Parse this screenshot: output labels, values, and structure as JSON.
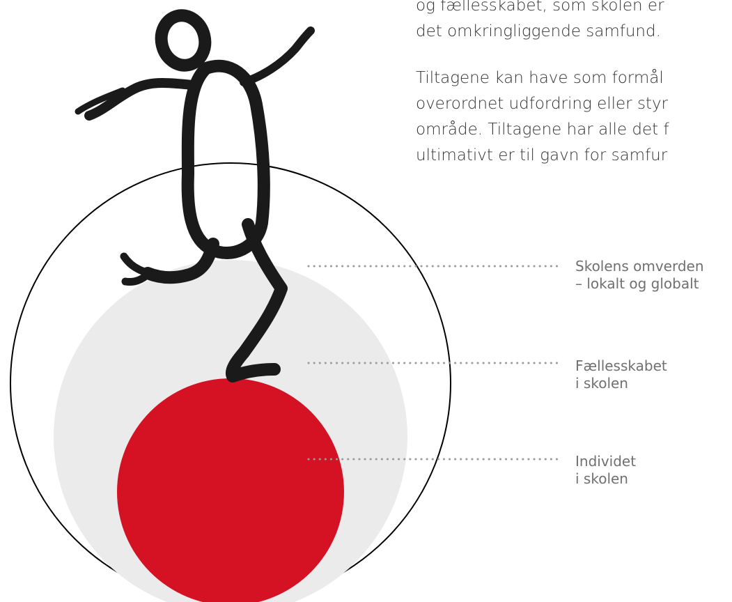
{
  "text": {
    "paragraph_1": [
      "og fællesskabet, som skolen er",
      "det omkringliggende samfund."
    ],
    "paragraph_2": [
      "Tiltagene kan have som formål",
      "overordnet udfordring eller styr",
      "område. Tiltagene har alle det f",
      "ultimativt er til gavn for samfur"
    ]
  },
  "diagram": {
    "labels": {
      "outer": [
        "Skolens omverden",
        "– lokalt og globalt"
      ],
      "middle": [
        "Fællesskabet",
        "i skolen"
      ],
      "inner": [
        "Individet",
        "i skolen"
      ]
    }
  },
  "colors": {
    "outer_circle_stroke": "#000000",
    "middle_circle_fill": "#ebebeb",
    "inner_circle_fill": "#d51224",
    "figure": "#1a1a1a",
    "leader_dots": "#9a9a9a",
    "label_text": "#707070",
    "body_text": "#333333"
  }
}
